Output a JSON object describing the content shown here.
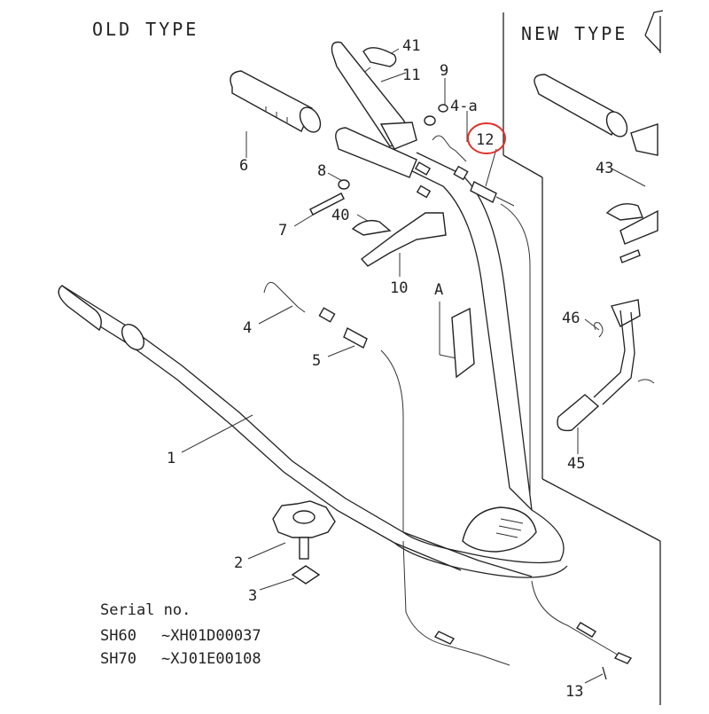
{
  "headers": {
    "old_type": "OLD TYPE",
    "new_type": "NEW TYPE"
  },
  "part_numbers": {
    "p1": "1",
    "p2": "2",
    "p3": "3",
    "p4": "4",
    "p4a": "4-a",
    "p5": "5",
    "p6": "6",
    "p7": "7",
    "p8": "8",
    "p9": "9",
    "p10": "10",
    "p11": "11",
    "p12": "12",
    "p13": "13",
    "p40": "40",
    "p41": "41",
    "p43": "43",
    "p45": "45",
    "p46": "46",
    "pA": "A"
  },
  "serial": {
    "title": "Serial no.",
    "rows": [
      {
        "model": "SH60",
        "range": "~XH01D00037"
      },
      {
        "model": "SH70",
        "range": "~XJ01E00108"
      }
    ]
  },
  "colors": {
    "line": "#222222",
    "highlight": "#e0302a",
    "background": "#ffffff"
  }
}
